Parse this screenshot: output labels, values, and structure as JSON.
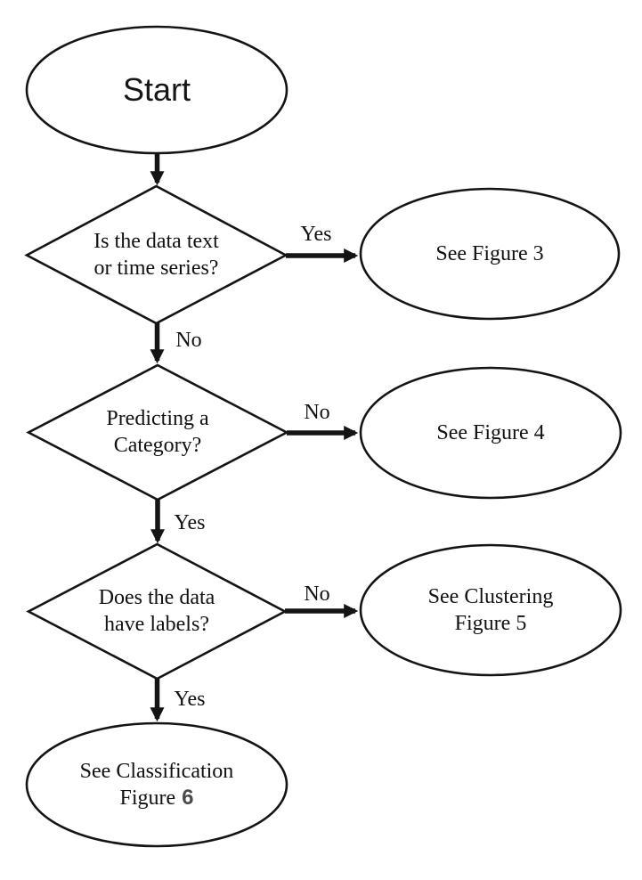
{
  "flowchart": {
    "colors": {
      "background": "#ffffff",
      "stroke": "#141414",
      "text": "#111111",
      "edited_number": "#4a4a4a"
    },
    "nodes": {
      "start": {
        "label": "Start"
      },
      "q_text_timeseries": {
        "line1": "Is the data text",
        "line2": "or time series?"
      },
      "see_figure_3": {
        "label": "See Figure 3"
      },
      "q_predicting_category": {
        "line1": "Predicting a",
        "line2": "Category?"
      },
      "see_figure_4": {
        "label": "See Figure 4"
      },
      "q_data_labels": {
        "line1": "Does the data",
        "line2": "have labels?"
      },
      "see_clustering_figure_5": {
        "line1": "See Clustering",
        "line2": "Figure 5"
      },
      "see_classification_figure_6": {
        "line1": "See Classification",
        "line2_word": "Figure",
        "line2_number": "6"
      }
    },
    "edge_labels": {
      "q1_yes": "Yes",
      "q1_no": "No",
      "q2_no": "No",
      "q2_yes": "Yes",
      "q3_no": "No",
      "q3_yes": "Yes"
    }
  }
}
